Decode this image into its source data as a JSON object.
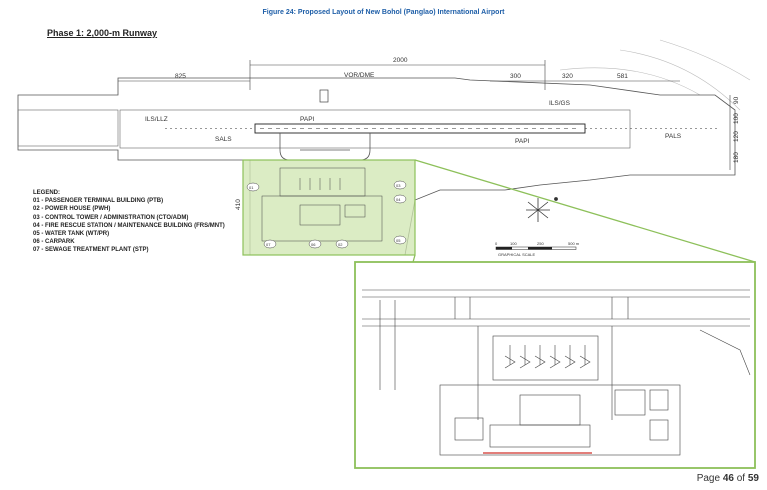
{
  "caption": "Figure 24: Proposed Layout of New Bohol (Panglao) International Airport",
  "phase_title": "Phase 1: 2,000-m Runway",
  "dimensions": {
    "d2000": "2000",
    "d825": "825",
    "d300": "300",
    "d320": "320",
    "d581": "581",
    "d90": "90",
    "d100": "100",
    "d120": "120",
    "d180": "180",
    "d410": "410"
  },
  "runway_labels": {
    "vor_dme": "VOR/DME",
    "ils_llz": "ILS/LLZ",
    "ils_gs": "ILS/GS",
    "papi_left": "PAPI",
    "papi_right": "PAPI",
    "sals": "SALS",
    "pals": "PALS"
  },
  "building_tags": [
    "01",
    "02",
    "03",
    "04",
    "05",
    "06",
    "07"
  ],
  "legend": {
    "title": "LEGEND:",
    "items": [
      "01 - PASSENGER TERMINAL BUILDING (PTB)",
      "02 - POWER HOUSE (PWH)",
      "03 - CONTROL TOWER / ADMINISTRATION (CTO/ADM)",
      "04 - FIRE RESCUE STATION / MAINTENANCE BUILDING (FRS/MNT)",
      "05 - WATER TANK (WT/PR)",
      "06 - CARPARK",
      "07 - SEWAGE TREATMENT PLANT (STP)"
    ]
  },
  "scale": {
    "ticks": [
      "0",
      "100",
      "250",
      "500 m"
    ],
    "label": "GRAPHICAL SCALE"
  },
  "footer": {
    "prefix": "Page ",
    "page": "46",
    "middle": " of ",
    "total": "59"
  },
  "colors": {
    "caption": "#1f5fa8",
    "highlight_fill": "#cfe6b0",
    "highlight_stroke": "#8dc05a",
    "callout_line": "#8dc05a",
    "inset_marker": "#d9534f"
  }
}
